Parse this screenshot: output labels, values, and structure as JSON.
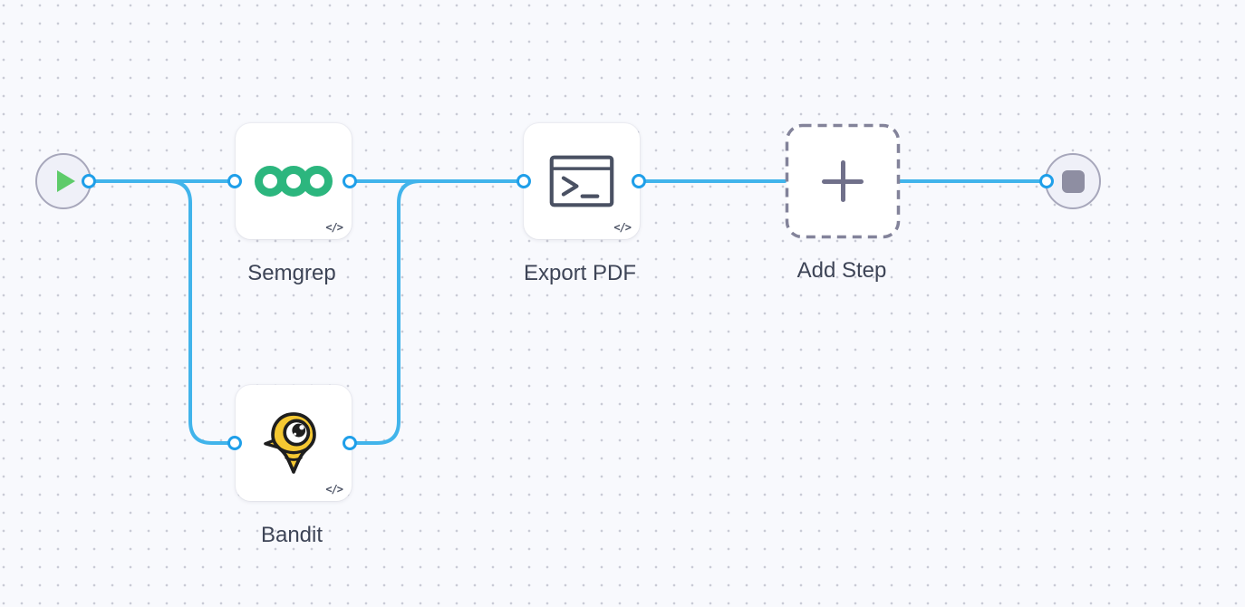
{
  "canvas": {
    "type": "workflow-editor-canvas",
    "grid": "dotted"
  },
  "nodes": {
    "start": {
      "kind": "start-trigger",
      "icon": "play-icon"
    },
    "semgrep": {
      "label": "Semgrep",
      "icon": "semgrep-rings-icon",
      "badge": "</>"
    },
    "bandit": {
      "label": "Bandit",
      "icon": "bandit-mascot-icon",
      "badge": "</>"
    },
    "export_pdf": {
      "label": "Export PDF",
      "icon": "terminal-window-icon",
      "badge": "</>"
    },
    "add_step": {
      "label": "Add Step",
      "icon": "plus-icon"
    },
    "end": {
      "kind": "end-stop",
      "icon": "stop-icon"
    }
  },
  "edges": [
    {
      "from": "start",
      "to": "semgrep"
    },
    {
      "from": "start",
      "to": "bandit"
    },
    {
      "from": "semgrep",
      "to": "export_pdf"
    },
    {
      "from": "bandit",
      "to": "export_pdf"
    },
    {
      "from": "export_pdf",
      "to": "add_step"
    },
    {
      "from": "add_step",
      "to": "end"
    }
  ],
  "colors": {
    "edge": "#41b4eb",
    "port_ring": "#1f9fe9",
    "semgrep_green": "#2cb67e",
    "bandit_yellow": "#f5c832",
    "icon_dark": "#4a5163",
    "outline_black": "#1e1e1e",
    "label_text": "#3d4456",
    "canvas_bg": "#f8f9fd",
    "grid_dot": "#c9cbd6",
    "play_green": "#5ecb6a",
    "stop_gray": "#8e8ea2",
    "dashed_border": "#83839a"
  }
}
